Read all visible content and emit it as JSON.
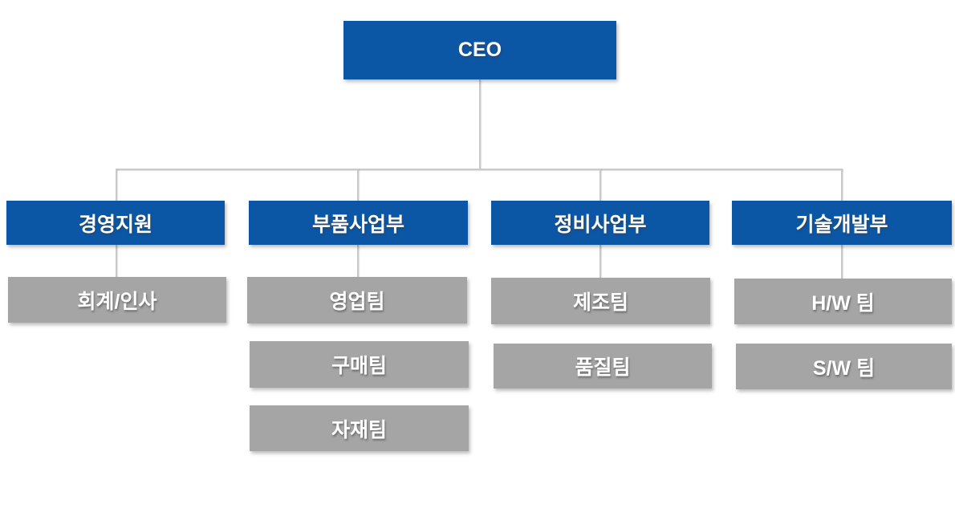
{
  "colors": {
    "node_blue": "#0B57A6",
    "node_gray": "#A5A5A5",
    "node_text": "#FFFFFF",
    "connector": "#C9C9C9",
    "background": "#FFFFFF"
  },
  "org": {
    "root": "CEO",
    "departments": [
      {
        "label": "경영지원",
        "teams": [
          "회계/인사"
        ]
      },
      {
        "label": "부품사업부",
        "teams": [
          "영업팀",
          "구매팀",
          "자재팀"
        ]
      },
      {
        "label": "정비사업부",
        "teams": [
          "제조팀",
          "품질팀"
        ]
      },
      {
        "label": "기술개발부",
        "teams": [
          "H/W 팀",
          "S/W 팀"
        ]
      }
    ]
  }
}
